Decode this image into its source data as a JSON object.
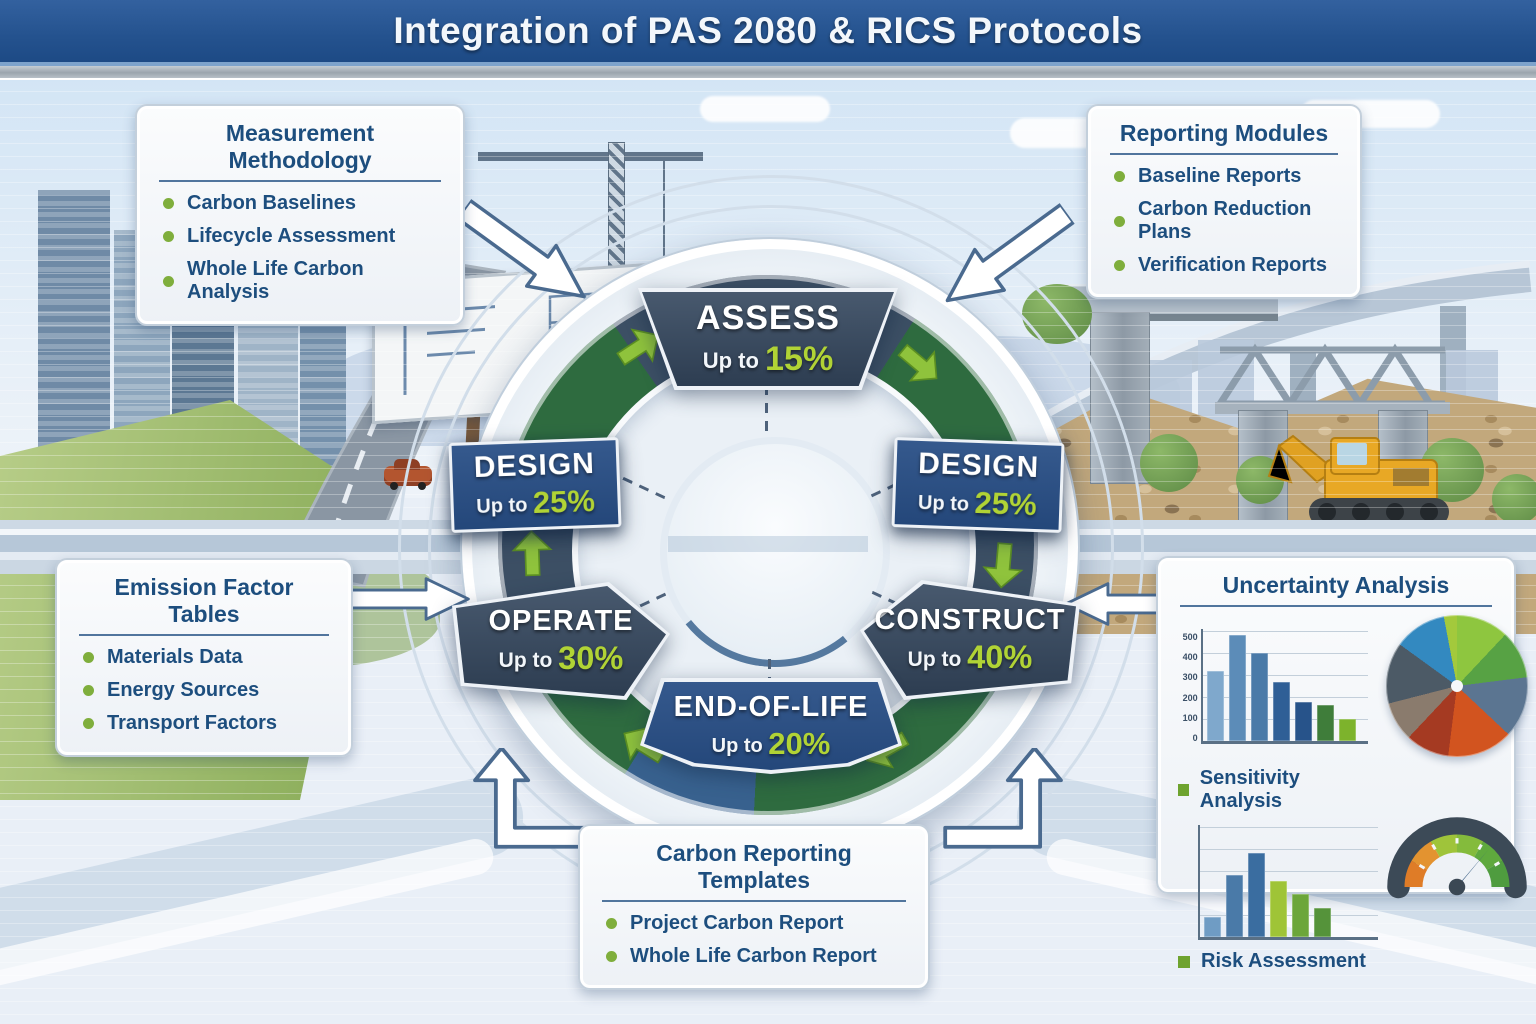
{
  "header": {
    "title": "Integration of PAS 2080 & RICS Protocols"
  },
  "callouts": {
    "measurement": {
      "title": "Measurement Methodology",
      "items": [
        "Carbon Baselines",
        "Lifecycle Assessment",
        "Whole Life Carbon Analysis"
      ]
    },
    "reporting": {
      "title": "Reporting Modules",
      "items": [
        "Baseline Reports",
        "Carbon Reduction Plans",
        "Verification Reports"
      ]
    },
    "emission": {
      "title": "Emission Factor Tables",
      "items": [
        "Materials Data",
        "Energy Sources",
        "Transport Factors"
      ]
    },
    "uncertainty": {
      "title": "Uncertainty Analysis",
      "labels": [
        "Sensitivity Analysis",
        "Risk Assessment"
      ]
    },
    "templates": {
      "title": "Carbon Reporting Templates",
      "items": [
        "Project Carbon Report",
        "Whole Life Carbon Report"
      ]
    }
  },
  "cycle": {
    "stages": [
      {
        "id": "assess",
        "name": "ASSESS",
        "prefix": "Up to",
        "value": "15%"
      },
      {
        "id": "design-right",
        "name": "DESIGN",
        "prefix": "Up to",
        "value": "25%"
      },
      {
        "id": "construct",
        "name": "CONSTRUCT",
        "prefix": "Up to",
        "value": "40%"
      },
      {
        "id": "end-of-life",
        "name": "END-OF-LIFE",
        "prefix": "Up to",
        "value": "20%"
      },
      {
        "id": "operate",
        "name": "OPERATE",
        "prefix": "Up to",
        "value": "30%"
      },
      {
        "id": "design-left",
        "name": "DESIGN",
        "prefix": "Up to",
        "value": "25%"
      }
    ]
  },
  "chart_data": [
    {
      "type": "bar",
      "title": "Sensitivity Analysis",
      "values": [
        310,
        470,
        390,
        260,
        170,
        158,
        95
      ],
      "colors": [
        "#7fa8cc",
        "#5c8cb8",
        "#4a7aa8",
        "#2f5f96",
        "#27538a",
        "#3f7d3a",
        "#7db32c"
      ],
      "yticks": [
        "500",
        "400",
        "300",
        "200",
        "100",
        "0"
      ],
      "ylim": [
        0,
        500
      ],
      "grid": true
    },
    {
      "type": "bar",
      "title": "Risk Assessment",
      "values": [
        90,
        275,
        375,
        250,
        190,
        130
      ],
      "colors": [
        "#6f9cc4",
        "#4a7aa8",
        "#3a6da0",
        "#9fc437",
        "#6ca63a",
        "#55933a"
      ],
      "ylim": [
        0,
        500
      ],
      "grid": true
    },
    {
      "type": "pie",
      "title": "Uncertainty distribution",
      "slices": [
        {
          "color": "#8ec63f",
          "value": 12
        },
        {
          "color": "#57a244",
          "value": 11
        },
        {
          "color": "#5b7591",
          "value": 14
        },
        {
          "color": "#d2541f",
          "value": 15
        },
        {
          "color": "#a53a22",
          "value": 10
        },
        {
          "color": "#8a7b6d",
          "value": 9
        },
        {
          "color": "#4c5a66",
          "value": 14
        },
        {
          "color": "#3389c0",
          "value": 12
        },
        {
          "color": "#a3c93c",
          "value": 3
        }
      ]
    },
    {
      "type": "gauge",
      "title": "Risk gauge",
      "segments": [
        "#df7c27",
        "#e39330",
        "#9fc43a",
        "#84bb3c",
        "#5fa93e",
        "#4f9c3f"
      ],
      "needle_position": 0.72
    }
  ],
  "colors": {
    "header_blue": "#24528e",
    "navy_box": "#2d5186",
    "slate_node": "#3c4f64",
    "lime_accent": "#b1d335",
    "title_text": "#1d4e7e",
    "bullet_green": "#7fae3c",
    "ring_green": "#2e6b3f",
    "arrow_outline": "#4a6a8f"
  }
}
